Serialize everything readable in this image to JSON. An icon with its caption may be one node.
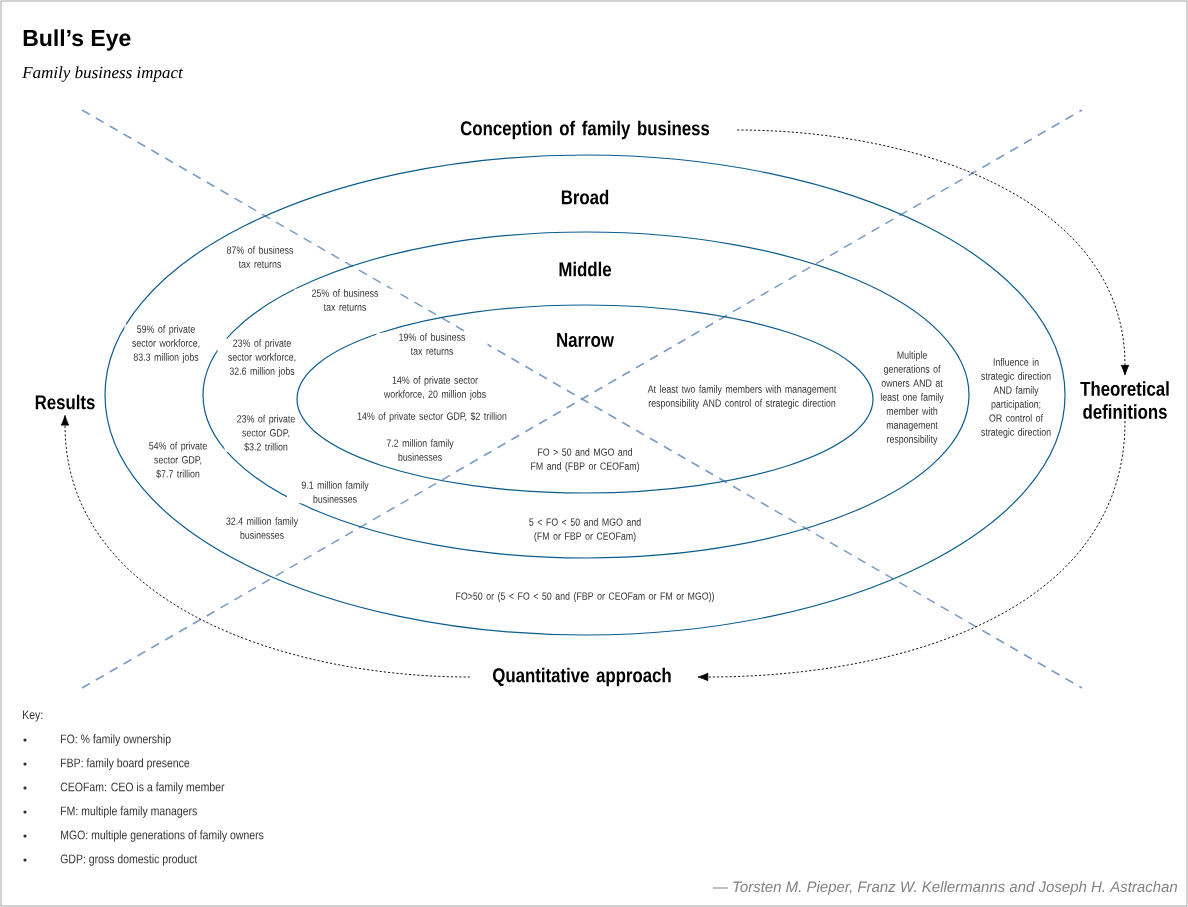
{
  "diagram": {
    "title": "Bull’s Eye",
    "caption": "Family business impact",
    "nodes": [
      {
        "text": [
          "Broad",
          "87% of business tax returns",
          "59% of private sector workforce, 83.3 million jobs",
          "54% of private sector GDP, $7.7 trillion",
          "32.4 million family businesses",
          "Influence in strategic direction AND family participation; OR control of strategic direction",
          "FO>50 or (5 < FO < 50 and (FBP or CEOFam or FM or MGO))"
        ]
      },
      {
        "text": [
          "Middle",
          "25% of business tax returns",
          "23% of private sector workforce, 32.6 million jobs",
          "23% of private sector GDP, $3.2 trillion",
          "9.1 million family businesses",
          "Multiple generations of owners AND at least one family member with management responsibility",
          "5 < FO < 50 and MGO and (FM or FBP or CEOFam)"
        ],
        "in": 0
      },
      {
        "text": [
          "Narrow",
          "19% of business tax returns",
          "14% of private sector workforce, 20 million jobs",
          "14% of private sector GDP, $2 trillion",
          "7.2 million family businesses",
          "At least two family members with management responsibility AND control of strategic direction",
          "FO > 50 and MGO and FM and (FBP or CEOFam)"
        ],
        "in": 1
      },
      {
        "text": [
          "Conception of family business"
        ]
      },
      {
        "text": [
          "Theoretical definitions"
        ]
      },
      {
        "text": [
          "Quantitative approach"
        ]
      },
      {
        "text": [
          "Results"
        ]
      }
    ],
    "edges": [
      {
        "from": 3,
        "to": 4,
        "arrow": "to",
        "style": "dashed"
      },
      {
        "from": 4,
        "to": 5,
        "arrow": "to",
        "style": "dashed"
      },
      {
        "from": 5,
        "to": 6,
        "arrow": "to",
        "style": "dashed"
      }
    ],
    "labels": [
      "Key:",
      "FO: % family ownership",
      "FBP: family board presence",
      "CEOFam: CEO is a family member",
      "FM: multiple family managers",
      "MGO: multiple generations of family owners",
      "GDP: gross domestic product",
      "— Torsten M. Pieper, Franz W. Kellermanns and Joseph H. Astrachan"
    ]
  }
}
